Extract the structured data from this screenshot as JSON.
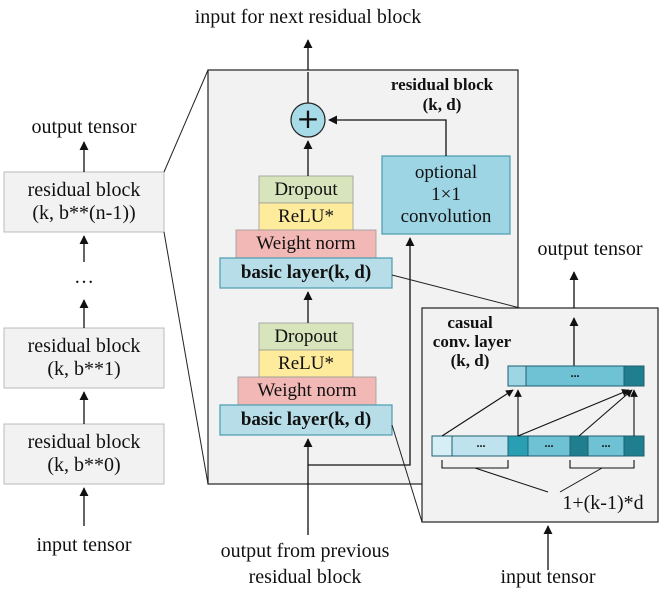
{
  "top_label": "input for next residual block",
  "left_column": {
    "output_tensor": "output tensor",
    "block_top": {
      "line1": "residual block",
      "line2": "(k, b**(n-1))"
    },
    "ellipsis": "…",
    "block_mid": {
      "line1": "residual block",
      "line2": "(k, b**1)"
    },
    "block_bottom": {
      "line1": "residual block",
      "line2": "(k, b**0)"
    },
    "input_tensor": "input tensor"
  },
  "residual_block": {
    "title_line1": "residual block",
    "title_line2": "(k, d)",
    "plus_symbol": "+",
    "optional_conv": {
      "line1": "optional",
      "line2": "1×1",
      "line3": "convolution"
    },
    "upper_stack": {
      "dropout": "Dropout",
      "relu": "ReLU*",
      "weight_norm": "Weight norm",
      "basic_layer": "basic layer(k, d)"
    },
    "lower_stack": {
      "dropout": "Dropout",
      "relu": "ReLU*",
      "weight_norm": "Weight norm",
      "basic_layer": "basic layer(k, d)"
    },
    "bottom_label_line1": "output from previous",
    "bottom_label_line2": "residual block"
  },
  "causal_conv": {
    "output_tensor": "output tensor",
    "title_line1": "casual",
    "title_line2": "conv. layer",
    "title_line3": "(k, d)",
    "output_dots": "...",
    "input_dots": [
      "...",
      "...",
      "..."
    ],
    "dilation_formula": "1+(k-1)*d",
    "input_tensor": "input tensor"
  },
  "colors": {
    "dropout": "#d8e4bc",
    "relu": "#ffeb9c",
    "weight_norm": "#f2b8b5",
    "basic_layer": "#b7dee8",
    "conv_box": "#9dd5e4",
    "panel": "#f2f2f2",
    "cell_dark": "#1f7f8f",
    "cell_mid": "#6fc2d4",
    "cell_light": "#bfe3ee"
  }
}
